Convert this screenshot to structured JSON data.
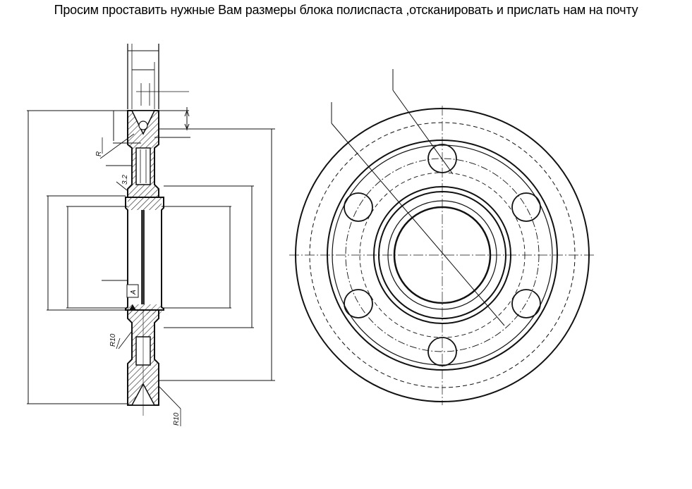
{
  "title": "Просим проставить нужные Вам размеры блока полиспаста ,отсканировать и прислать нам на почту",
  "labels": {
    "radius_r": "R",
    "roughness": "3.2",
    "datum": "A",
    "radius_r10_a": "R10",
    "radius_r10_b": "R10"
  },
  "colors": {
    "ink": "#111111",
    "hatch": "#222222"
  }
}
